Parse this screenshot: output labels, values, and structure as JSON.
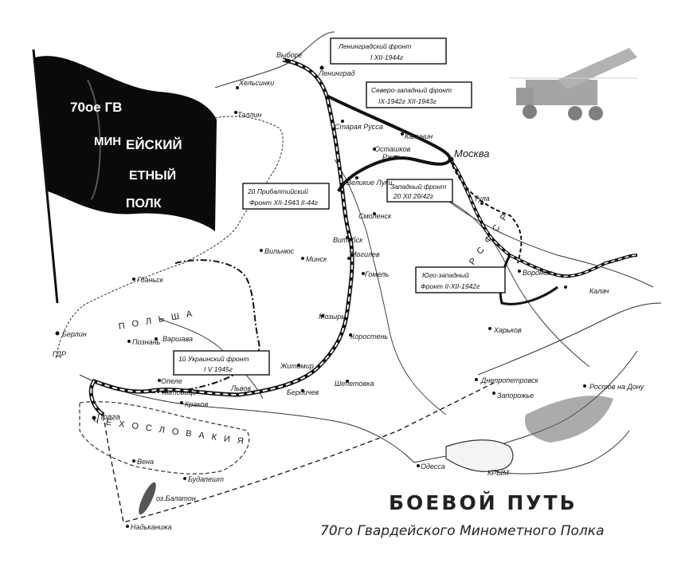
{
  "flag": {
    "line1": "70ое ГВ",
    "line2": "МИН",
    "line3": "ЕЙСКИЙ",
    "line4": "ЕТНЫЙ",
    "line5": "ПОЛК"
  },
  "title": {
    "main": "БОЕВОЙ ПУТЬ",
    "sub": "70го Гвардейского Минометного Полка"
  },
  "fronts": [
    {
      "line1": "Ленинградский фронт",
      "line2": "I XII-1944г"
    },
    {
      "line1": "Северо-западный фронт",
      "line2": "IX-1942г XII-1943г"
    },
    {
      "line1": "Западный фронт",
      "line2": "20 XII 29/42г"
    },
    {
      "line1": "2й Прибалтийский",
      "line2": "Фронт XII-1943 II-44г"
    },
    {
      "line1": "Юго-западный",
      "line2": "Фронт II-XII-1942г"
    },
    {
      "line1": "1й Украинский фронт",
      "line2": "I V 1945г"
    }
  ],
  "countries": {
    "rsfsr": "Р С Ф С Р",
    "poland": "П О Л Ь Ш А",
    "czech": "Ч Е Х О С Л О В А К И Я",
    "gdr": "ГДР"
  },
  "cities": {
    "vyborg": "Выборг",
    "leningrad": "Ленинград",
    "helsinki": "Хельсинки",
    "tallinn": "Таллин",
    "kalinin": "Калинин",
    "moscow": "Москва",
    "rzhev": "Ржев",
    "ostashkov": "Осташков",
    "staraya_russa": "Старая Русса",
    "velikie_luki": "Великие Луки",
    "smolensk": "Смоленск",
    "vitebsk": "Витебск",
    "vilnius": "Вильнюс",
    "minsk": "Минск",
    "mogilev": "Могилев",
    "gomel": "Гомель",
    "mozyr": "Мозырь",
    "korosten": "Коростень",
    "zhitomir": "Житомир",
    "berdichev": "Бердичев",
    "shepetovka": "Шепетовка",
    "lvov": "Львов",
    "voronezh": "Воронеж",
    "tula": "Тула",
    "kalach": "Калач",
    "kharkov": "Харьков",
    "dnepropetrovsk": "Днепропетровск",
    "zaporozhye": "Запорожье",
    "rostov": "Ростов на Дону",
    "odessa": "Одесса",
    "berlin": "Берлин",
    "poznan": "Познань",
    "warsaw": "Варшава",
    "gdansk": "Гданьск",
    "opole": "Опеле",
    "katowice": "Катовице",
    "krakow": "Краков",
    "praha": "Прага",
    "vena": "Вена",
    "budapest": "Будапешт",
    "balaton": "оз.Балатон",
    "nagykanizsa": "Надьканижа",
    "crimea": "КРЫМ"
  }
}
